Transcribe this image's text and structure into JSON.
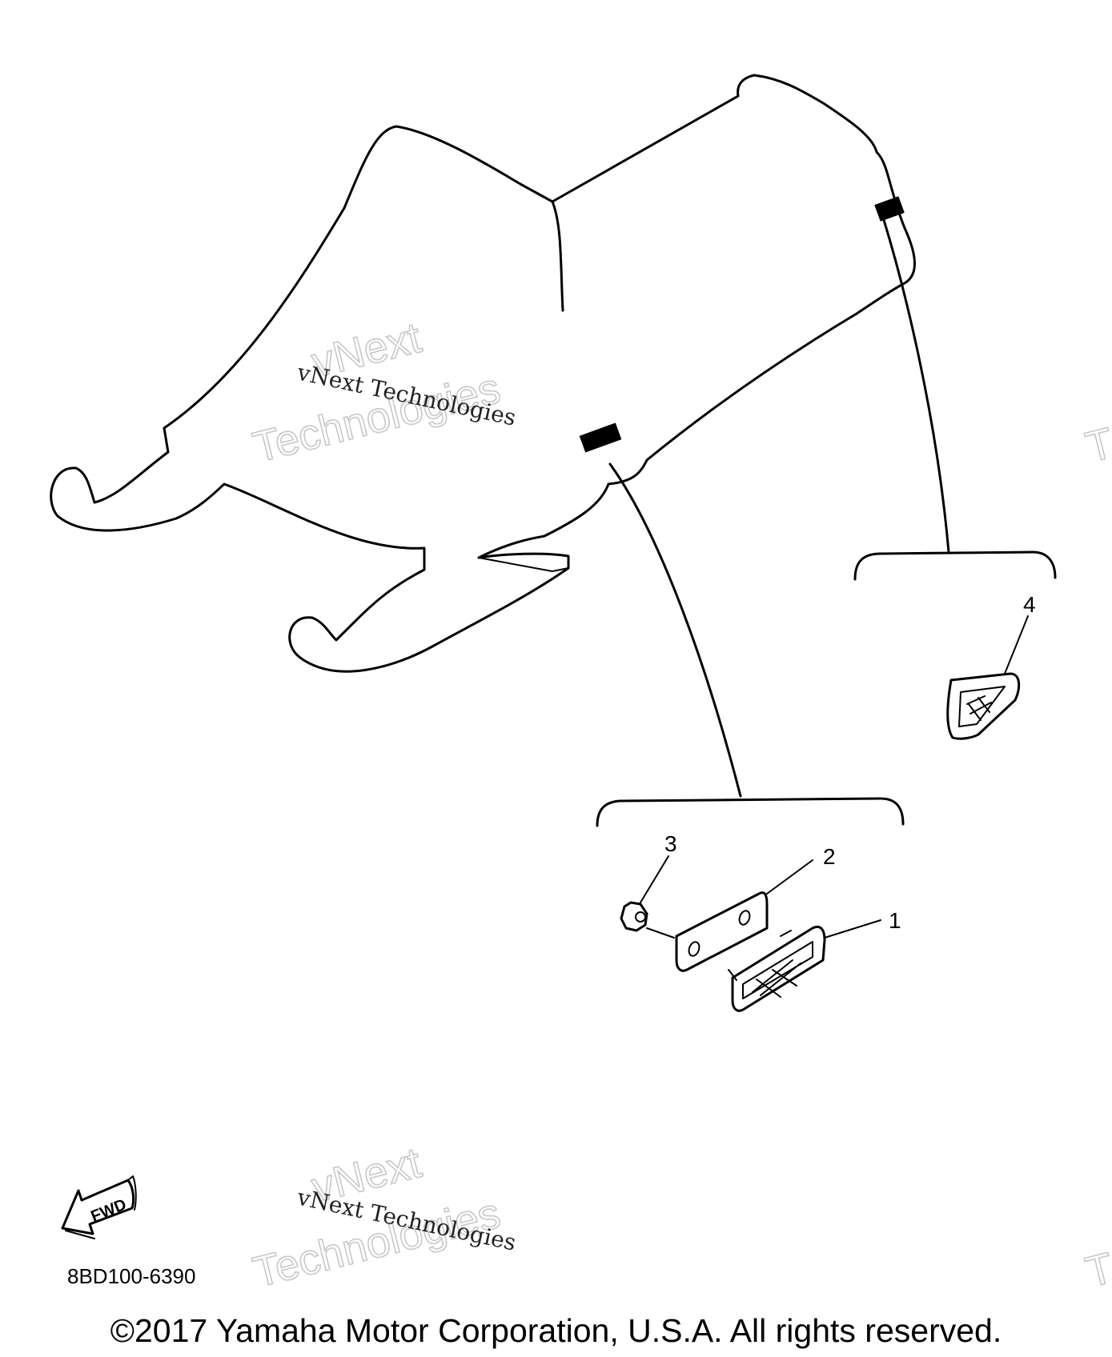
{
  "diagram": {
    "callouts": [
      "1",
      "2",
      "3",
      "4"
    ],
    "fwd_label": "FWD",
    "part_code": "8BD100-6390",
    "copyright": "©2017 Yamaha Motor Corporation, U.S.A. All rights reserved."
  },
  "watermarks": {
    "small": "vNext Technologies",
    "big_line1": "vNext",
    "big_line2": "Technologies",
    "edge": "T"
  }
}
